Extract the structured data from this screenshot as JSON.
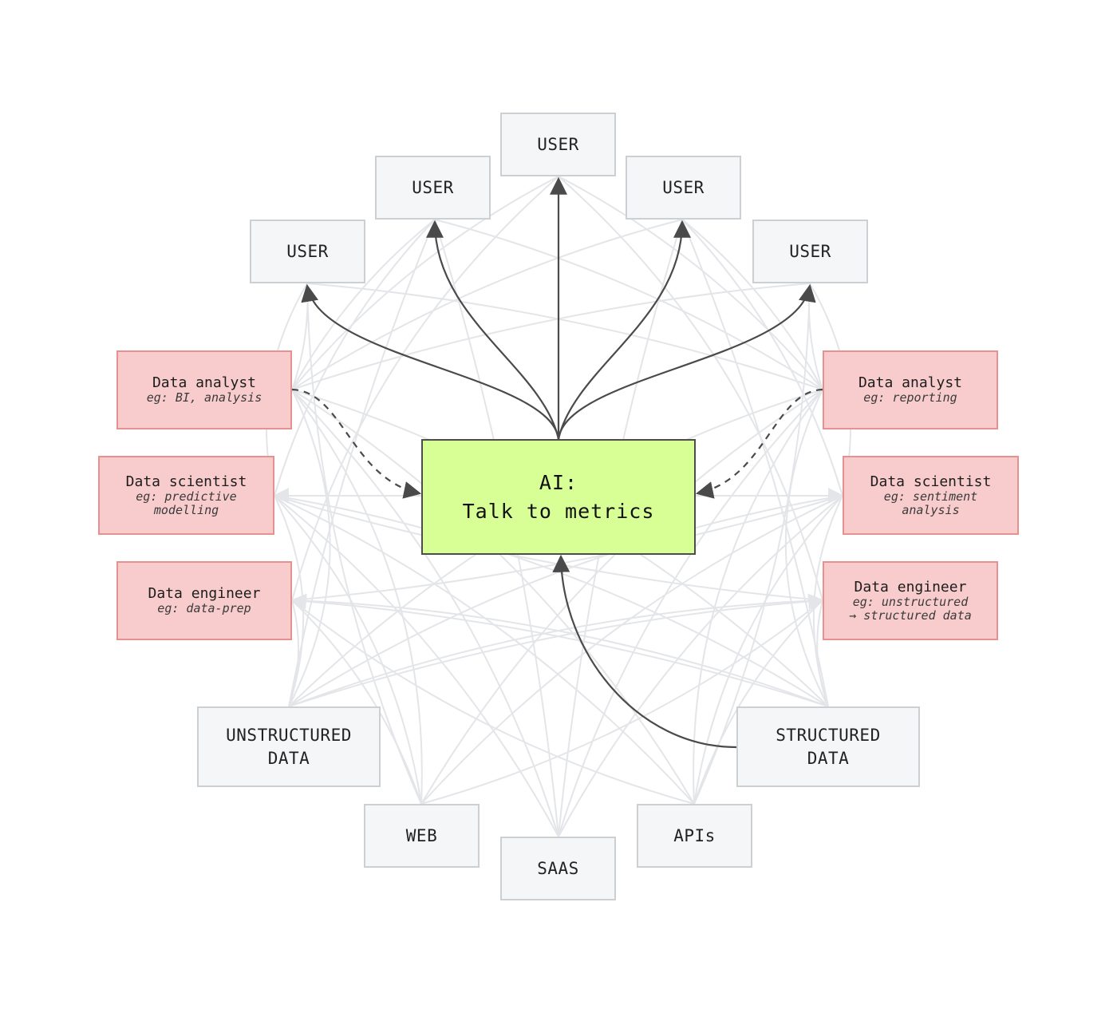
{
  "diagram": {
    "center": {
      "title": "AI:",
      "subtitle": "Talk to metrics"
    },
    "users": [
      "USER",
      "USER",
      "USER",
      "USER",
      "USER"
    ],
    "roles_left": [
      {
        "title": "Data analyst",
        "subtitle": "eg: BI, analysis"
      },
      {
        "title": "Data scientist",
        "subtitle": "eg: predictive\nmodelling"
      },
      {
        "title": "Data engineer",
        "subtitle": "eg: data-prep"
      }
    ],
    "roles_right": [
      {
        "title": "Data analyst",
        "subtitle": "eg: reporting"
      },
      {
        "title": "Data scientist",
        "subtitle": "eg: sentiment\nanalysis"
      },
      {
        "title": "Data engineer",
        "subtitle": "eg: unstructured\n→ structured data"
      }
    ],
    "sources": {
      "unstructured": "UNSTRUCTURED\nDATA",
      "web": "WEB",
      "saas": "SAAS",
      "apis": "APIs",
      "structured": "STRUCTURED\nDATA"
    },
    "colors": {
      "center_fill": "#d8fe96",
      "role_fill": "#f8cccc",
      "role_border": "#e79090",
      "box_fill": "#f5f6f7",
      "box_border": "#cdd0d3",
      "primary_edge": "#4a4a4a",
      "background_edge": "#e3e5e8"
    }
  }
}
